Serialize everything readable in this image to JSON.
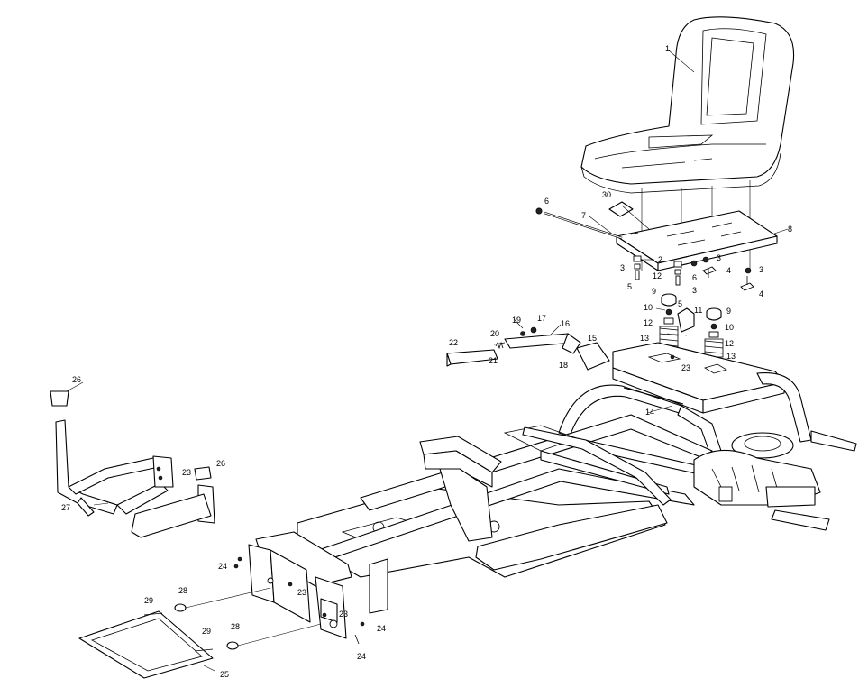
{
  "callouts": [
    {
      "id": "c1",
      "text": "1"
    },
    {
      "id": "c2",
      "text": "2"
    },
    {
      "id": "c3a",
      "text": "3"
    },
    {
      "id": "c3b",
      "text": "3"
    },
    {
      "id": "c3c",
      "text": "3"
    },
    {
      "id": "c3d",
      "text": "3"
    },
    {
      "id": "c4a",
      "text": "4"
    },
    {
      "id": "c4b",
      "text": "4"
    },
    {
      "id": "c5a",
      "text": "5"
    },
    {
      "id": "c5b",
      "text": "5"
    },
    {
      "id": "c6a",
      "text": "6"
    },
    {
      "id": "c6b",
      "text": "6"
    },
    {
      "id": "c7",
      "text": "7"
    },
    {
      "id": "c8",
      "text": "8"
    },
    {
      "id": "c9a",
      "text": "9"
    },
    {
      "id": "c9b",
      "text": "9"
    },
    {
      "id": "c10a",
      "text": "10"
    },
    {
      "id": "c10b",
      "text": "10"
    },
    {
      "id": "c11",
      "text": "11"
    },
    {
      "id": "c12a",
      "text": "12"
    },
    {
      "id": "c12b",
      "text": "12"
    },
    {
      "id": "c12c",
      "text": "12"
    },
    {
      "id": "c13a",
      "text": "13"
    },
    {
      "id": "c13b",
      "text": "13"
    },
    {
      "id": "c14",
      "text": "14"
    },
    {
      "id": "c15",
      "text": "15"
    },
    {
      "id": "c16",
      "text": "16"
    },
    {
      "id": "c17",
      "text": "17"
    },
    {
      "id": "c18",
      "text": "18"
    },
    {
      "id": "c19",
      "text": "19"
    },
    {
      "id": "c20",
      "text": "20"
    },
    {
      "id": "c21",
      "text": "21"
    },
    {
      "id": "c22",
      "text": "22"
    },
    {
      "id": "c23a",
      "text": "23"
    },
    {
      "id": "c23b",
      "text": "23"
    },
    {
      "id": "c23c",
      "text": "23"
    },
    {
      "id": "c23d",
      "text": "23"
    },
    {
      "id": "c24a",
      "text": "24"
    },
    {
      "id": "c24b",
      "text": "24"
    },
    {
      "id": "c24c",
      "text": "24"
    },
    {
      "id": "c25",
      "text": "25"
    },
    {
      "id": "c26a",
      "text": "26"
    },
    {
      "id": "c26b",
      "text": "26"
    },
    {
      "id": "c27",
      "text": "27"
    },
    {
      "id": "c28a",
      "text": "28"
    },
    {
      "id": "c28b",
      "text": "28"
    },
    {
      "id": "c29a",
      "text": "29"
    },
    {
      "id": "c29b",
      "text": "29"
    },
    {
      "id": "c30",
      "text": "30"
    }
  ]
}
